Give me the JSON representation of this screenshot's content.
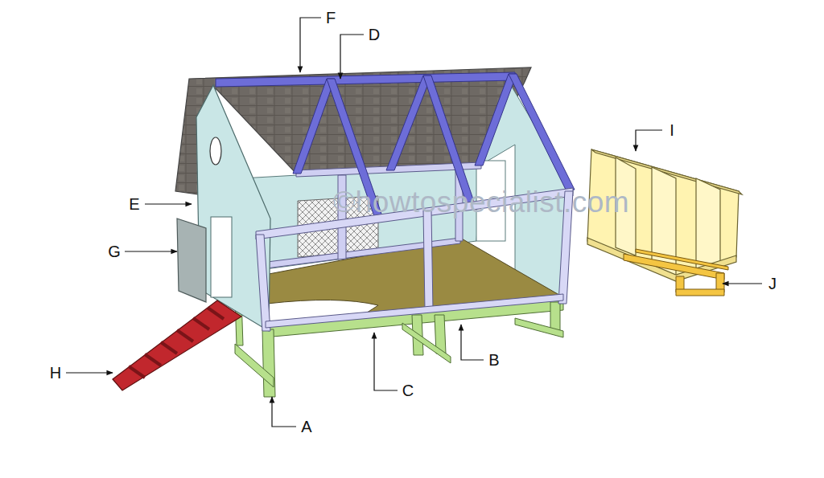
{
  "diagram": {
    "labels": [
      "F",
      "D",
      "I",
      "E",
      "G",
      "J",
      "B",
      "H",
      "C",
      "A",
      "©howtospecialist.com"
    ]
  }
}
